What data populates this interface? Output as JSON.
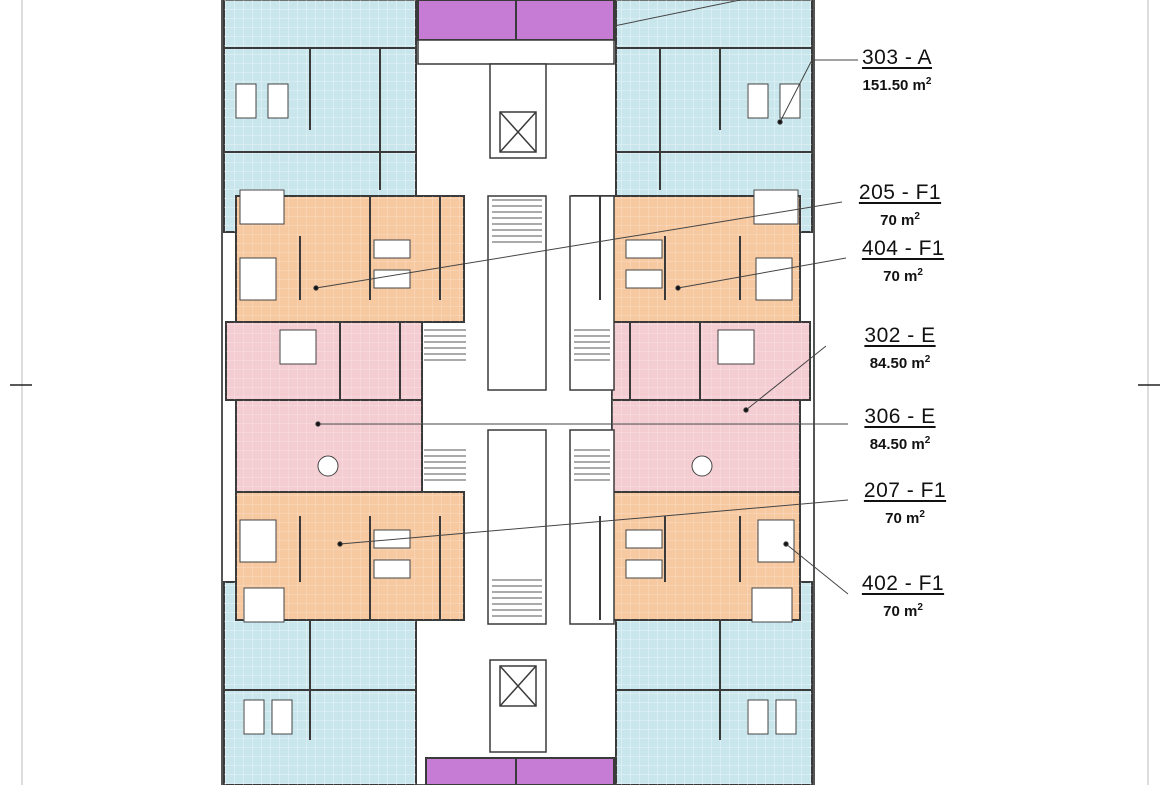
{
  "colors": {
    "type_a": "#c9e6ec",
    "type_f1": "#f6c9a1",
    "type_e": "#f4cdd3",
    "core_purple": "#c67bd4",
    "walls": "#3a3a3a",
    "leader": "#444444"
  },
  "units": [
    {
      "code": "303 - A",
      "area": "151.50 m",
      "sup": "2"
    },
    {
      "code": "205 - F1",
      "area": "70 m",
      "sup": "2"
    },
    {
      "code": "404 - F1",
      "area": "70 m",
      "sup": "2"
    },
    {
      "code": "302 - E",
      "area": "84.50 m",
      "sup": "2"
    },
    {
      "code": "306 - E",
      "area": "84.50 m",
      "sup": "2"
    },
    {
      "code": "207 - F1",
      "area": "70 m",
      "sup": "2"
    },
    {
      "code": "402 - F1",
      "area": "70 m",
      "sup": "2"
    }
  ]
}
